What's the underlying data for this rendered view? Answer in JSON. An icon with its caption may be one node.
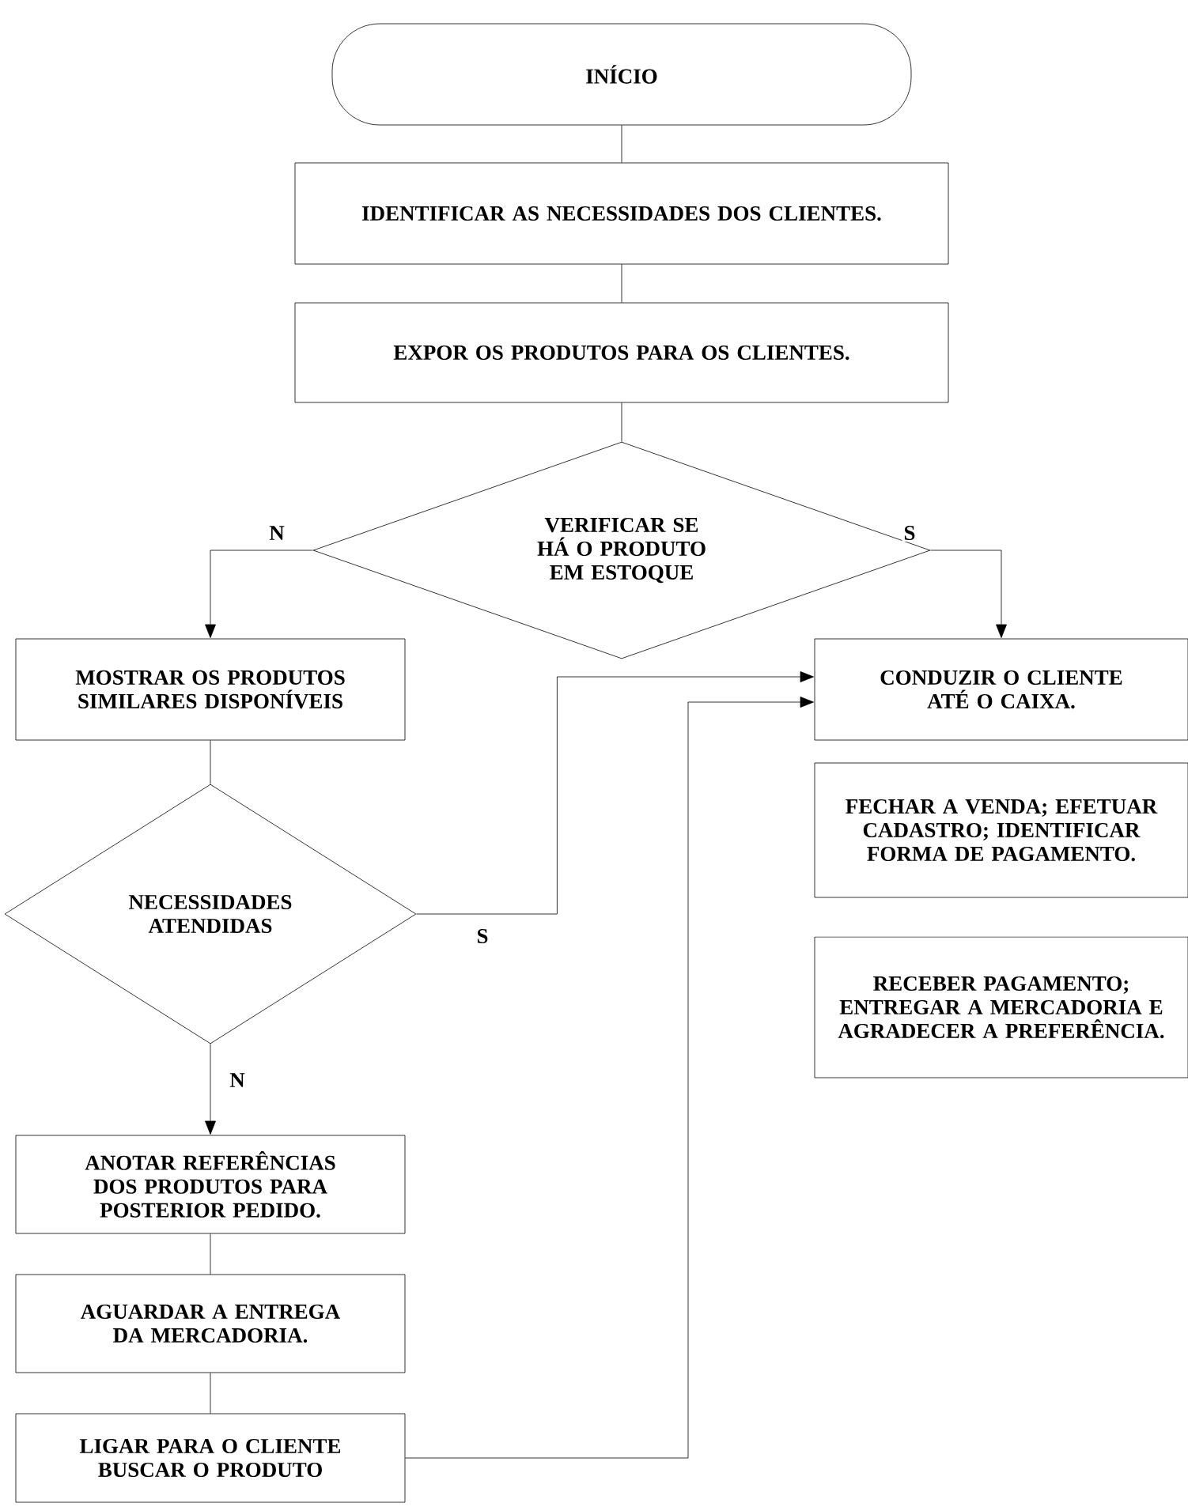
{
  "diagram": {
    "nodes": [
      {
        "text": [
          "INÍCIO"
        ]
      },
      {
        "text": [
          "IDENTIFICAR AS NECESSIDADES DOS CLIENTES."
        ]
      },
      {
        "text": [
          "EXPOR OS PRODUTOS PARA OS CLIENTES."
        ]
      },
      {
        "text": [
          "VERIFICAR SE HÁ O PRODUTO EM ESTOQUE"
        ]
      },
      {
        "text": [
          "MOSTRAR OS PRODUTOS SIMILARES DISPONÍVEIS"
        ]
      },
      {
        "text": [
          "NECESSIDADES ATENDIDAS"
        ]
      },
      {
        "text": [
          "ANOTAR REFERÊNCIAS DOS PRODUTOS PARA POSTERIOR PEDIDO."
        ]
      },
      {
        "text": [
          "AGUARDAR A ENTREGA DA MERCADORIA."
        ]
      },
      {
        "text": [
          "LIGAR PARA O CLIENTE BUSCAR O PRODUTO"
        ]
      },
      {
        "text": [
          "CONDUZIR O CLIENTE ATÉ O CAIXA."
        ]
      },
      {
        "text": [
          "FECHAR A VENDA; EFETUAR CADASTRO; IDENTIFICAR FORMA DE PAGAMENTO."
        ]
      },
      {
        "text": [
          "RECEBER PAGAMENTO; ENTREGAR A MERCADORIA E AGRADECER A PREFERÊNCIA."
        ]
      }
    ],
    "edges": [
      {
        "from": 0,
        "to": 1,
        "arrow": "none"
      },
      {
        "from": 1,
        "to": 2,
        "arrow": "none"
      },
      {
        "from": 2,
        "to": 3,
        "arrow": "none"
      },
      {
        "from": 3,
        "to": 4,
        "arrow": "to",
        "label": "N"
      },
      {
        "from": 3,
        "to": 9,
        "arrow": "to",
        "label": "S"
      },
      {
        "from": 4,
        "to": 5,
        "arrow": "none"
      },
      {
        "from": 5,
        "to": 9,
        "arrow": "to",
        "label": "S"
      },
      {
        "from": 5,
        "to": 6,
        "arrow": "to",
        "label": "N"
      },
      {
        "from": 6,
        "to": 7,
        "arrow": "none"
      },
      {
        "from": 7,
        "to": 8,
        "arrow": "none"
      },
      {
        "from": 8,
        "to": 9,
        "arrow": "to"
      }
    ]
  }
}
